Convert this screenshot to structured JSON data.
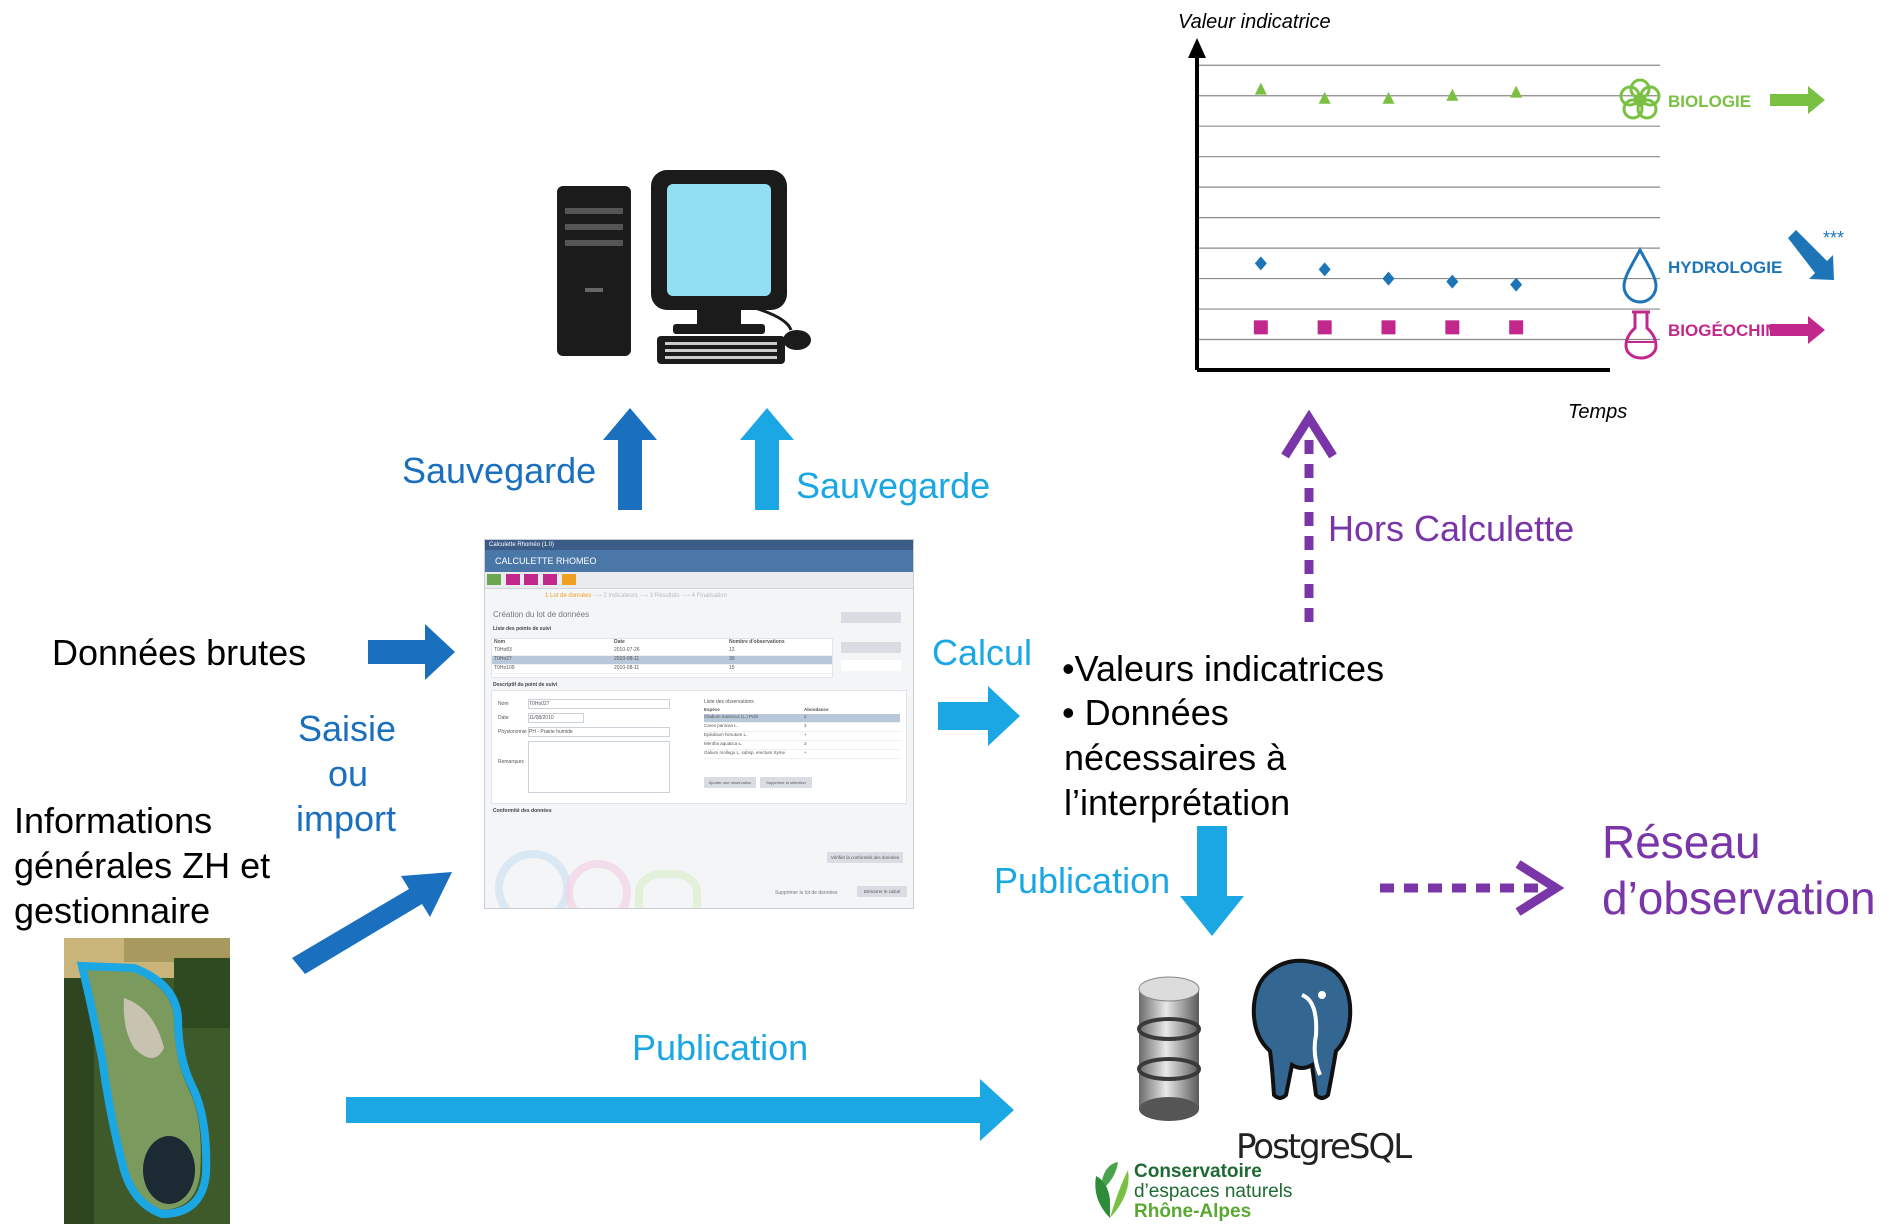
{
  "labels": {
    "sauvegarde_left": "Sauvegarde",
    "sauvegarde_right": "Sauvegarde",
    "donnees_brutes": "Données brutes",
    "saisie_line1": "Saisie",
    "saisie_line2": "ou",
    "saisie_line3": "import",
    "informations_line1": "Informations",
    "informations_line2": "générales ZH et",
    "informations_line3": "gestionnaire",
    "calcul": "Calcul",
    "valeurs_line1": "•Valeurs indicatrices",
    "valeurs_line2": "• Données",
    "valeurs_line3": "nécessaires à",
    "valeurs_line4": "l’interprétation",
    "publication_mid": "Publication",
    "publication_bottom": "Publication",
    "reseau_line1": "Réseau",
    "reseau_line2": "d’observation",
    "hors_calculette": "Hors Calculette"
  },
  "chart": {
    "ylabel": "Valeur indicatrice",
    "xlabel": "Temps",
    "legend": {
      "biologie": "BIOLOGIE",
      "hydrologie": "HYDROLOGIE",
      "biogeochimie": "BIOGÉOCHIMIE",
      "hydro_stars": "***"
    }
  },
  "chart_data": {
    "type": "scatter",
    "title": "",
    "xlabel": "Temps",
    "ylabel": "Valeur indicatrice",
    "grid": true,
    "series": [
      {
        "name": "BIOLOGIE",
        "marker": "triangle",
        "color": "#7ac143",
        "x": [
          1,
          2,
          3,
          4,
          5
        ],
        "y": [
          9.2,
          8.9,
          8.9,
          9.0,
          9.1
        ],
        "trend": "flat"
      },
      {
        "name": "HYDROLOGIE",
        "marker": "diamond",
        "color": "#1d75b8",
        "x": [
          1,
          2,
          3,
          4,
          5
        ],
        "y": [
          3.5,
          3.3,
          3.0,
          2.9,
          2.8
        ],
        "trend": "down"
      },
      {
        "name": "BIOGÉOCHIMIE",
        "marker": "square",
        "color": "#c2288c",
        "x": [
          1,
          2,
          3,
          4,
          5
        ],
        "y": [
          1.4,
          1.4,
          1.4,
          1.4,
          1.4
        ],
        "trend": "flat"
      }
    ],
    "xlim": [
      0,
      6
    ],
    "ylim": [
      0,
      10.5
    ]
  },
  "app_window": {
    "title": "Calculette Rhoméo (1.0)",
    "header": "CALCULETTE RHOMEO",
    "step_1": "1 Lot de données",
    "step_2": "2 Indicateurs",
    "step_3": "3 Résultats",
    "step_4": "4 Finalisation",
    "section_title": "Création du lot de données",
    "list_title": "Liste des points de suivi",
    "col_nom": "Nom",
    "col_date": "Date",
    "col_nombre": "Nombre d'observations",
    "rows": [
      {
        "nom": "T0Ho83",
        "date": "2010-07-26",
        "nombre": "12"
      },
      {
        "nom": "T0Ho27",
        "date": "2010-08-11",
        "nombre": "30"
      },
      {
        "nom": "T0Ho109",
        "date": "2010-08-11",
        "nombre": "15"
      }
    ],
    "descriptif": "Descriptif du point de suivi",
    "field_nom_label": "Nom",
    "field_nom_value": "T0Ho027",
    "field_date_label": "Date",
    "field_date_value": "11/08/2010",
    "field_physio_label": "Physionomie",
    "field_physio_value": "PH - Prairie humide",
    "field_remarques_label": "Remarques",
    "obs_title": "Liste des observations",
    "obs_col_espece": "Espèce",
    "obs_col_abondance": "Abondance",
    "observations": [
      {
        "espece": "Cladium mariscus (L.) Pohl",
        "abondance": "2"
      },
      {
        "espece": "Carex panicea L.",
        "abondance": "3"
      },
      {
        "espece": "Epilobium hirsutum L.",
        "abondance": "+"
      },
      {
        "espece": "Mentha aquatica L.",
        "abondance": "3"
      },
      {
        "espece": "Galium mollugo L. subsp. erectum Syme",
        "abondance": "+"
      }
    ],
    "btn_ajouter_obs": "Ajouter une observation",
    "btn_supprimer_sel": "Supprimer la sélection",
    "conformite": "Conformité des données",
    "btn_verifier": "Vérifier la conformité des données",
    "btn_supprimer_lot": "Supprimer le lot de données",
    "btn_demarrer": "Démarrer le calcul"
  },
  "logos": {
    "postgresql": "PostgreSQL",
    "cen_line1": "Conservatoire",
    "cen_line2": "d’espaces naturels",
    "cen_line3": "Rhône-Alpes"
  },
  "colors": {
    "dark_blue": "#1a6fbf",
    "light_blue": "#1aa7e4",
    "purple": "#7a35a8",
    "bio_green": "#7ac143",
    "hydro_blue": "#1d75b8",
    "biogeo_pink": "#c2288c"
  }
}
